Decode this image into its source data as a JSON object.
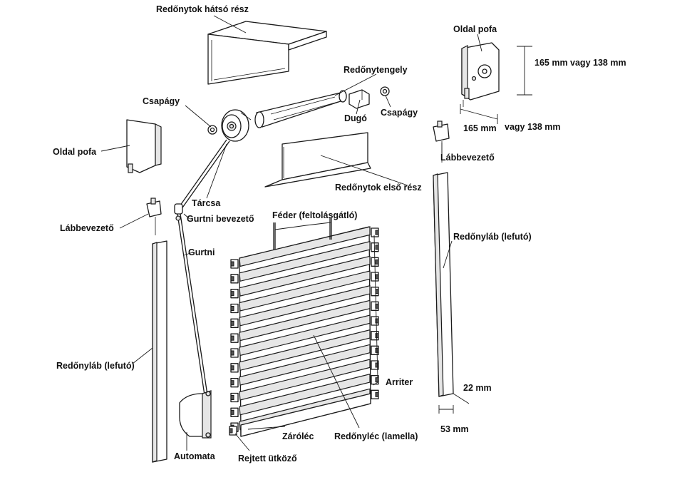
{
  "labels": {
    "back_part": "Redőnytok hátsó rész",
    "side_cover_right": "Oldal pofa",
    "dim_height": "165 mm  vagy 138 mm",
    "dim_width_a": "165 mm",
    "dim_width_b": "vagy 138 mm",
    "axle": "Redőnytengely",
    "bearing_left": "Csapágy",
    "plug": "Dugó",
    "bearing_right": "Csapágy",
    "side_cover_left": "Oldal pofa",
    "foot_guide_right": "Lábbevezető",
    "front_part": "Redőnytok első rész",
    "disc": "Tárcsa",
    "strap_guide": "Gurtni bevezető",
    "spring": "Féder (feltolásgátló)",
    "foot_guide_left": "Lábbevezető",
    "rail_right": "Redőnyláb (lefutó)",
    "strap": "Gurtni",
    "rail_left": "Redőnyláb (lefutó)",
    "stopper": "Arriter",
    "dim_22": "22 mm",
    "dim_53": "53 mm",
    "closing_slat": "Záróléc",
    "slat": "Redőnyléc (lamella)",
    "automat": "Automata",
    "hidden_stop": "Rejtett ütköző"
  }
}
